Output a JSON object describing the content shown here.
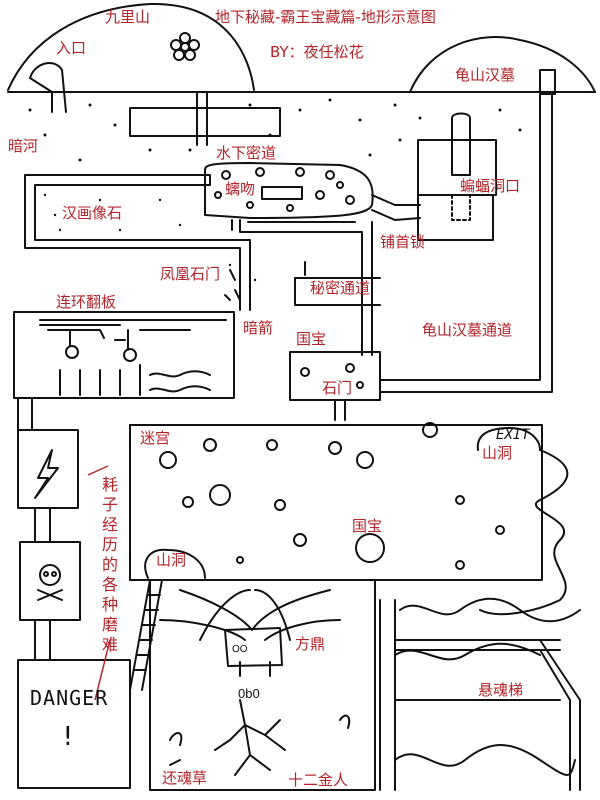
{
  "title": "地下秘藏-霸王宝藏篇-地形示意图",
  "author": "BY：夜任松花",
  "labels": {
    "jiuli_mountain": "九里山",
    "entrance": "入口",
    "guishan_tomb": "龟山汉墓",
    "dark_river": "暗河",
    "underwater_passage": "水下密道",
    "chiwen": "螭吻",
    "bat_cave_mouth": "蝙蝠洞口",
    "han_stone": "汉画像石",
    "pushou_lock": "铺首锁",
    "phoenix_gate": "凤凰石门",
    "secret_passage": "秘密通道",
    "linked_trapdoor": "连环翻板",
    "hidden_arrows": "暗箭",
    "national_treasure_1": "国宝",
    "guishan_tomb_passage": "龟山汉墓通道",
    "stone_gate": "石门",
    "maze": "迷宫",
    "mountain_cave_1": "山洞",
    "national_treasure_2": "国宝",
    "mountain_cave_2": "山洞",
    "ding": "方鼎",
    "soul_ladder": "悬魂梯",
    "soul_grass": "还魂草",
    "twelve_golden_men": "十二金人"
  },
  "side_note": "耗子经历的各种磨难",
  "danger_text": "DANGER",
  "exit_text": "EXIT",
  "colors": {
    "ink": "#111111",
    "label": "#b3242a"
  }
}
